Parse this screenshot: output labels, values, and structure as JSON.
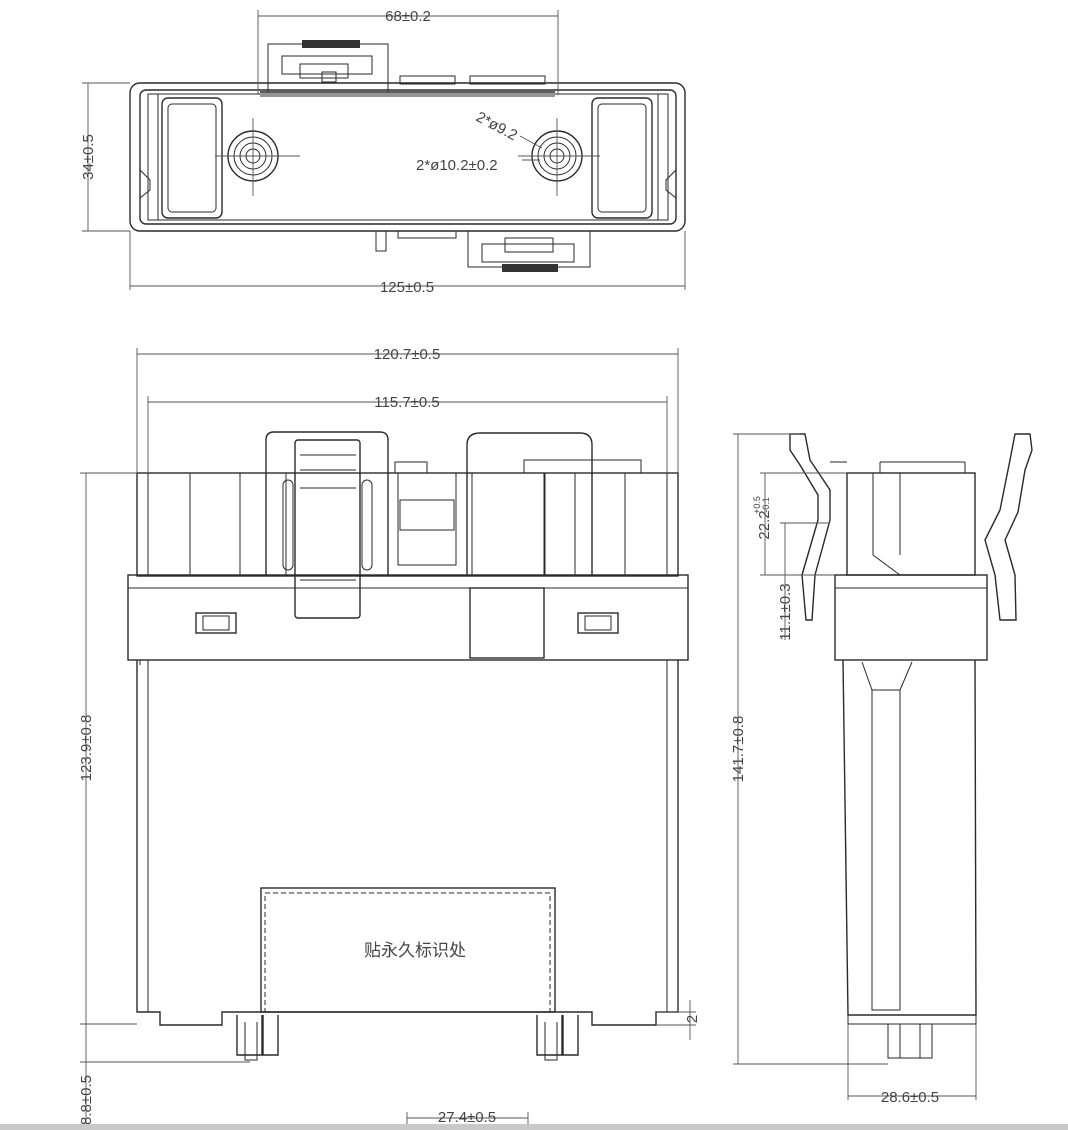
{
  "top_view": {
    "width_label": "68±0.2",
    "height_label": "34±0.5",
    "length_label": "125±0.5",
    "hole_small_label": "2*ø9.2",
    "hole_large_label": "2*ø10.2±0.2"
  },
  "front_view": {
    "outer_width_label": "120.7±0.5",
    "inner_width_label": "115.7±0.5",
    "height_label": "123.9±0.8",
    "pin_height_label": "8.8±0.5",
    "pin_spacing_label": "27.4±0.5",
    "step_label": "2",
    "label_area_text": "贴永久标识处"
  },
  "side_view": {
    "total_height_label": "141.7±0.8",
    "latch_height_label": "22.2",
    "latch_tol_upper": "+0.5",
    "latch_tol_lower": "-0.1",
    "latch_offset_label": "11.1±0.3",
    "depth_label": "28.6±0.5"
  }
}
